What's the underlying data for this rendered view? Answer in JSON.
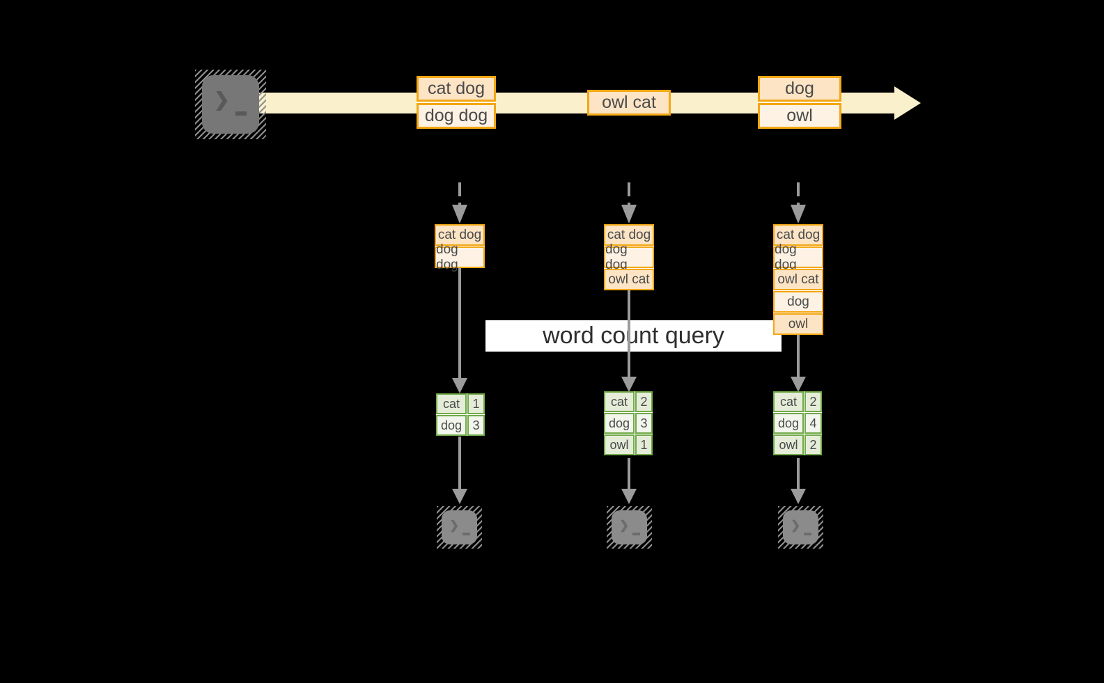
{
  "query_banner": {
    "label": "word count query"
  },
  "stream": {
    "events": [
      {
        "rows": [
          "cat dog",
          "dog dog"
        ]
      },
      {
        "rows": [
          "owl cat"
        ]
      },
      {
        "rows": [
          "dog",
          "owl"
        ]
      }
    ]
  },
  "columns": [
    {
      "buffer": [
        "cat dog",
        "dog dog"
      ],
      "counts": [
        {
          "word": "cat",
          "count": "1"
        },
        {
          "word": "dog",
          "count": "3"
        }
      ]
    },
    {
      "buffer": [
        "cat dog",
        "dog dog",
        "owl cat"
      ],
      "counts": [
        {
          "word": "cat",
          "count": "2"
        },
        {
          "word": "dog",
          "count": "3"
        },
        {
          "word": "owl",
          "count": "1"
        }
      ]
    },
    {
      "buffer": [
        "cat dog",
        "dog dog",
        "owl cat",
        "dog",
        "owl"
      ],
      "counts": [
        {
          "word": "cat",
          "count": "2"
        },
        {
          "word": "dog",
          "count": "4"
        },
        {
          "word": "owl",
          "count": "2"
        }
      ]
    }
  ],
  "icons": {
    "source": "terminal-icon",
    "sinks": [
      "terminal-icon",
      "terminal-icon",
      "terminal-icon"
    ],
    "prompt_glyph": "❯"
  },
  "colors": {
    "background": "#000000",
    "stream_band": "#fbf0cc",
    "orange_border": "#f3a712",
    "peach_fill": "#fce4c5",
    "cream_fill": "#fdf2e4",
    "green_border": "#71aa49",
    "green_fill_dark": "#e5edd9",
    "green_fill_light": "#f2f6ed",
    "arrow_gray": "#9b9b9b",
    "terminal_gray": "#7a7a7a",
    "banner_bg": "#ffffff"
  }
}
